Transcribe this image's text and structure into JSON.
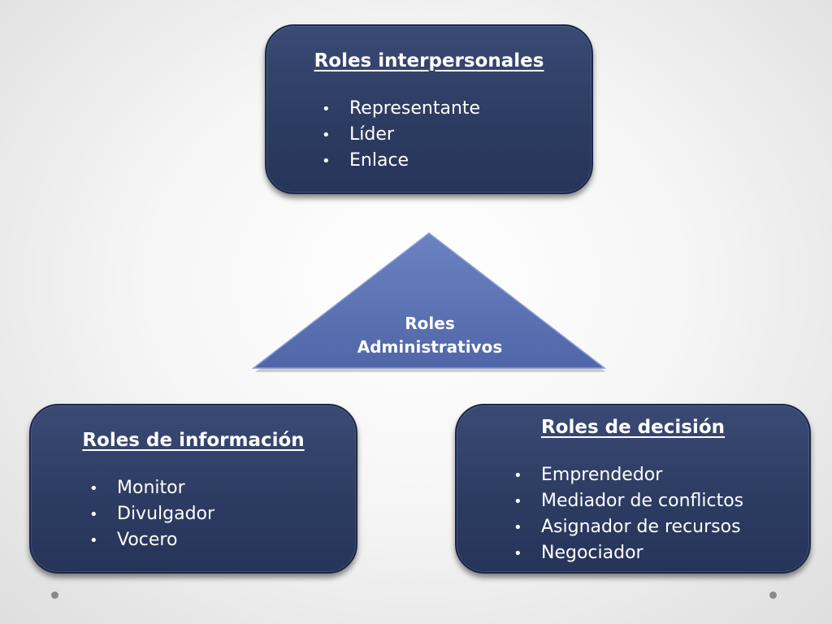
{
  "top_box": {
    "title": "Roles interpersonales",
    "items": [
      "Representante",
      "Líder",
      "Enlace"
    ]
  },
  "left_box": {
    "title": "Roles de información",
    "items": [
      "Monitor",
      "Divulgador",
      "Vocero"
    ]
  },
  "right_box": {
    "title": "Roles de decisión",
    "items": [
      "Emprendedor",
      "Mediador de conflictos",
      "Asignador de recursos",
      "Negociador"
    ]
  },
  "center": {
    "label_line1": "Roles",
    "label_line2": "Administrativos"
  },
  "bullet_glyph": "•",
  "colors": {
    "box_fill": "#2d3c62",
    "triangle_fill": "#5d73b3",
    "text": "#ffffff"
  }
}
